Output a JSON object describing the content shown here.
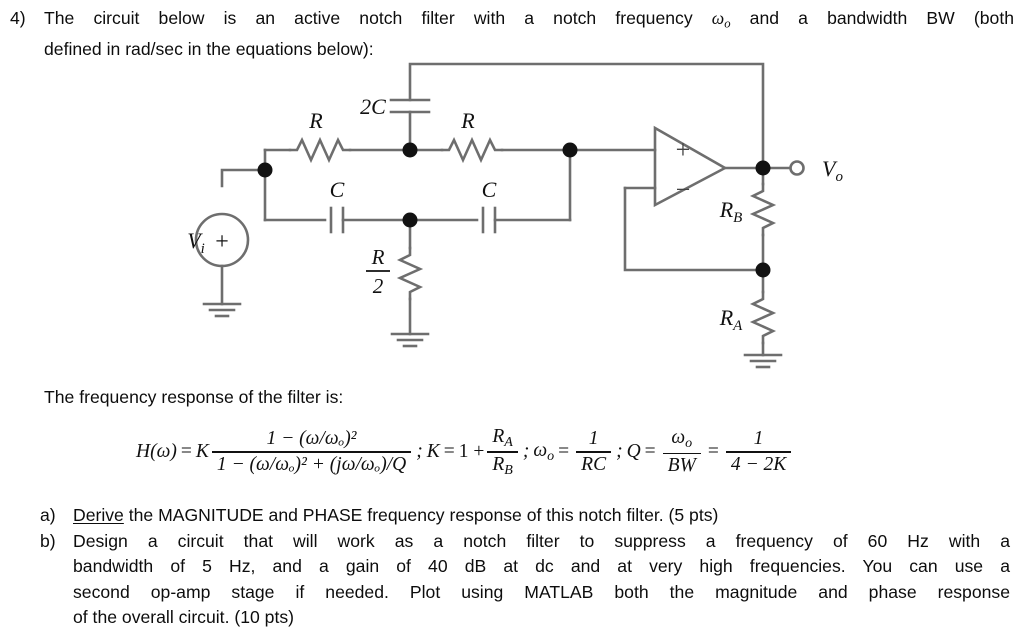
{
  "question": {
    "number": "4)",
    "line1_a": "The circuit below is an active notch filter with a notch frequency ",
    "line1_symbol_base": "ω",
    "line1_symbol_sub": "o",
    "line1_b": " and a bandwidth BW (both",
    "line2": "defined in rad/sec in the equations below):"
  },
  "circuit": {
    "title": "active-notch-filter-twin-t",
    "labels": {
      "source": "V",
      "source_sub": "i",
      "source_polarity": "+",
      "r_top_left": "R",
      "r_top_right": "R",
      "cap_top": "2C",
      "cap_bottom_left": "C",
      "cap_bottom_right": "C",
      "r_half_num": "R",
      "r_half_den": "2",
      "rb": "R",
      "rb_sub": "B",
      "ra": "R",
      "ra_sub": "A",
      "opamp_plus": "+",
      "opamp_minus": "−",
      "output": "V",
      "output_sub": "o"
    },
    "colors": {
      "wire": "#6e6e6e",
      "node": "#121212",
      "text": "#111111",
      "background": "#ffffff"
    }
  },
  "freq_response_caption": "The frequency response of the filter is:",
  "equation": {
    "h_of_omega": "H(ω)",
    "equals": "=",
    "k": "K",
    "main_fraction": {
      "numerator": "1 − (ω/ωₒ)²",
      "denominator": "1 − (ω/ωₒ)² + (jω/ωₒ)/Q"
    },
    "k_def": {
      "lhs": "K",
      "rhs_lead": "1 +",
      "numerator": "R",
      "numerator_sub": "A",
      "denominator": "R",
      "denominator_sub": "B"
    },
    "omega_def": {
      "lhs": "ω",
      "lhs_sub": "o",
      "numerator": "1",
      "denominator": "RC"
    },
    "q_def": {
      "lhs": "Q",
      "num1": "ω",
      "num1_sub": "o",
      "den1": "BW",
      "num2": "1",
      "den2": "4 − 2K"
    },
    "separator": ";"
  },
  "tasks": [
    {
      "marker": "a)",
      "underlined_word": "Derive",
      "rest": " the MAGNITUDE and PHASE frequency response of this notch filter. (5 pts)"
    },
    {
      "marker": "b)",
      "line1": "Design a circuit that will work as a notch filter to suppress a frequency of 60 Hz with a",
      "line2": "bandwidth of 5 Hz, and a gain of 40 dB at dc and at very high frequencies. You can use a",
      "line3": "second op-amp stage if needed. Plot using MATLAB both the magnitude and phase response",
      "line4": "of the overall circuit. (10 pts)"
    }
  ]
}
